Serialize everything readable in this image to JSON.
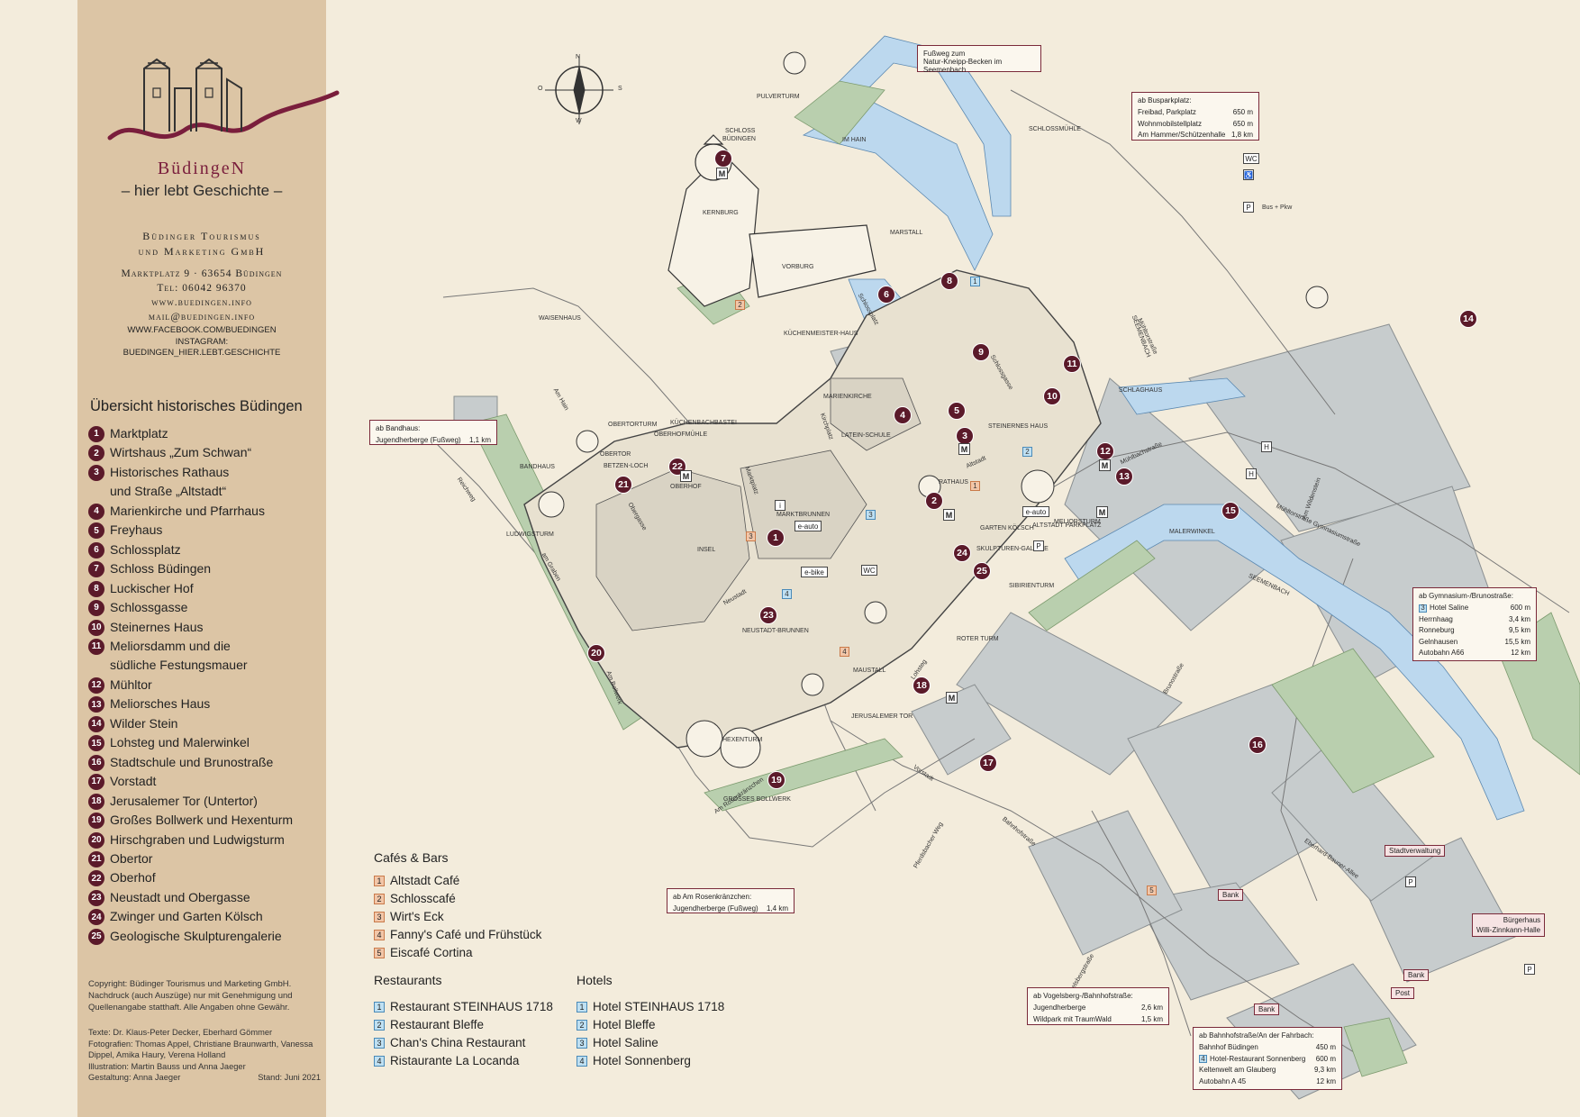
{
  "brand": {
    "name": "BüdingeN",
    "tagline": "– hier lebt Geschichte –",
    "org_line1": "Büdinger Tourismus",
    "org_line2": "und Marketing GmbH",
    "address": "Marktplatz 9 · 63654 Büdingen",
    "phone": "Tel: 06042 96370",
    "web": "www.buedingen.info",
    "mail": "mail@buedingen.info",
    "facebook": "www.facebook.com/buedingen",
    "instagram_label": "instagram:",
    "instagram": "buedingen_hier.lebt.geschichte"
  },
  "overview": {
    "title": "Übersicht historisches Büdingen",
    "items": [
      {
        "num": "1",
        "label": "Marktplatz"
      },
      {
        "num": "2",
        "label": "Wirtshaus „Zum Schwan“"
      },
      {
        "num": "3",
        "label": "Historisches Rathaus"
      },
      {
        "num": "",
        "label": "und Straße „Altstadt“"
      },
      {
        "num": "4",
        "label": "Marienkirche und Pfarrhaus"
      },
      {
        "num": "5",
        "label": "Freyhaus"
      },
      {
        "num": "6",
        "label": "Schlossplatz"
      },
      {
        "num": "7",
        "label": "Schloss Büdingen"
      },
      {
        "num": "8",
        "label": "Luckischer Hof"
      },
      {
        "num": "9",
        "label": "Schlossgasse"
      },
      {
        "num": "10",
        "label": "Steinernes Haus"
      },
      {
        "num": "11",
        "label": "Meliorsdamm und die"
      },
      {
        "num": "",
        "label": "südliche Festungsmauer"
      },
      {
        "num": "12",
        "label": "Mühltor"
      },
      {
        "num": "13",
        "label": "Meliorsches Haus"
      },
      {
        "num": "14",
        "label": "Wilder Stein"
      },
      {
        "num": "15",
        "label": "Lohsteg und Malerwinkel"
      },
      {
        "num": "16",
        "label": "Stadtschule und Brunostraße"
      },
      {
        "num": "17",
        "label": "Vorstadt"
      },
      {
        "num": "18",
        "label": "Jerusalemer Tor (Untertor)"
      },
      {
        "num": "19",
        "label": "Großes Bollwerk und Hexenturm"
      },
      {
        "num": "20",
        "label": "Hirschgraben und Ludwigsturm"
      },
      {
        "num": "21",
        "label": "Obertor"
      },
      {
        "num": "22",
        "label": "Oberhof"
      },
      {
        "num": "23",
        "label": "Neustadt und Obergasse"
      },
      {
        "num": "24",
        "label": "Zwinger und Garten Kölsch"
      },
      {
        "num": "25",
        "label": "Geologische Skulpturengalerie"
      }
    ]
  },
  "copyright": "Copyright: Büdinger Tourismus und Marketing GmbH. Nachdruck (auch Auszüge) nur mit Genehmigung und Quellenangabe statthaft. Alle Angaben ohne Gewähr.",
  "credits": {
    "texts": "Texte: Dr. Klaus-Peter Decker, Eberhard Gömmer",
    "photos": "Fotografien: Thomas Appel, Christiane Braunwarth, Vanessa Dippel, Amika Haury, Verena Holland",
    "illustration": "Illustration: Martin Bauss und Anna Jaeger",
    "design": "Gestaltung: Anna Jaeger",
    "date": "Stand: Juni 2021"
  },
  "legend": {
    "cafes_title": "Cafés & Bars",
    "cafes": [
      {
        "num": "1",
        "label": "Altstadt Café"
      },
      {
        "num": "2",
        "label": "Schlosscafé"
      },
      {
        "num": "3",
        "label": "Wirt's Eck"
      },
      {
        "num": "4",
        "label": "Fanny's Café und Frühstück"
      },
      {
        "num": "5",
        "label": "Eiscafé Cortina"
      }
    ],
    "restaurants_title": "Restaurants",
    "restaurants": [
      {
        "num": "1",
        "label": "Restaurant STEINHAUS 1718"
      },
      {
        "num": "2",
        "label": "Restaurant Bleffe"
      },
      {
        "num": "3",
        "label": "Chan's China Restaurant"
      },
      {
        "num": "4",
        "label": "Ristaurante La Locanda"
      }
    ],
    "hotels_title": "Hotels",
    "hotels": [
      {
        "num": "1",
        "label": "Hotel STEINHAUS 1718"
      },
      {
        "num": "2",
        "label": "Hotel Bleffe"
      },
      {
        "num": "3",
        "label": "Hotel Saline"
      },
      {
        "num": "4",
        "label": "Hotel Sonnenberg"
      }
    ]
  },
  "compass": {
    "n": "N",
    "o": "O",
    "s": "S",
    "w": "W"
  },
  "infoboxes": {
    "fussweg": {
      "line1": "Fußweg zum",
      "line2": "Natur-Kneipp-Becken im Seemenbach"
    },
    "busparkplatz": {
      "title": "ab Busparkplatz:",
      "rows": [
        {
          "label": "Freibad, Parkplatz",
          "value": "650 m"
        },
        {
          "label": "Wohnmobilstellplatz",
          "value": "650 m"
        },
        {
          "label": "Am Hammer/Schützenhalle",
          "value": "1,8 km"
        }
      ]
    },
    "bandhaus": {
      "title": "ab Bandhaus:",
      "label": "Jugendherberge (Fußweg)",
      "value": "1,1 km"
    },
    "rosenkraenzchen": {
      "title": "ab Am Rosenkränzchen:",
      "label": "Jugendherberge (Fußweg)",
      "value": "1,4 km"
    },
    "gymnasium": {
      "title": "ab Gymnasium-/Brunostraße:",
      "rows": [
        {
          "num": "3",
          "label": "Hotel Saline",
          "value": "600 m"
        },
        {
          "num": "",
          "label": "Herrnhaag",
          "value": "3,4 km"
        },
        {
          "num": "",
          "label": "Ronneburg",
          "value": "9,5 km"
        },
        {
          "num": "",
          "label": "Gelnhausen",
          "value": "15,5 km"
        },
        {
          "num": "",
          "label": "Autobahn A66",
          "value": "12 km"
        }
      ]
    },
    "vogelsberg": {
      "title": "ab Vogelsberg-/Bahnhofstraße:",
      "rows": [
        {
          "label": "Jugendherberge",
          "value": "2,6 km"
        },
        {
          "label": "Wildpark mit TraumWald",
          "value": "1,5 km"
        }
      ]
    },
    "bahnhof": {
      "title": "ab Bahnhofstraße/An der Fahrbach:",
      "rows": [
        {
          "num": "",
          "label": "Bahnhof Büdingen",
          "value": "450 m"
        },
        {
          "num": "4",
          "label": "Hotel-Restaurant Sonnenberg",
          "value": "600 m"
        },
        {
          "num": "",
          "label": "Keltenwelt am Glauberg",
          "value": "9,3 km"
        },
        {
          "num": "",
          "label": "Autobahn A 45",
          "value": "12 km"
        }
      ]
    }
  },
  "badges": {
    "stadtverwaltung": "Stadtverwaltung",
    "buergerhaus1": "Bürgerhaus",
    "buergerhaus2": "Willi-Zinnkann-Halle",
    "bank1": "Bank",
    "bank2": "Bank",
    "bank3": "Bank",
    "post": "Post",
    "bus_pkw": "Bus + Pkw"
  },
  "map_labels": {
    "pulverturm": "PULVERTURM",
    "schlossmuehle": "SCHLOSSMÜHLE",
    "im_hain": "IM HAIN",
    "schloss": "SCHLOSS",
    "schloss2": "BÜDINGEN",
    "kernburg": "KERNBURG",
    "vorburg": "VORBURG",
    "marstall": "MARSTALL",
    "waisenhaus": "WAISENHAUS",
    "kuechenmeisterhaus": "KÜCHENMEISTER-HAUS",
    "obertorturm": "OBERTORTURM",
    "kuechenbachbastei": "KÜCHENBACHBASTEI",
    "oberhofmuehle": "OBERHOFMÜHLE",
    "obertor": "OBERTOR",
    "betzenloch": "BETZEN-LOCH",
    "bandhaus": "BANDHAUS",
    "ludwigsturm": "LUDWIGSTURM",
    "oberhof": "OBERHOF",
    "insel": "INSEL",
    "neustadtbrunnen": "NEUSTADT-BRUNNEN",
    "marktbrunnen": "MARKTBRUNNEN",
    "lateinschule": "LATEIN-SCHULE",
    "marienkirche": "MARIENKIRCHE",
    "rathaus": "RATHAUS",
    "steinernes_haus": "STEINERNES HAUS",
    "schlaghaus": "SCHLAGHAUS",
    "meliorsturm": "MELIORSTURM",
    "malerwinkel": "MALERWINKEL",
    "garten_koelsch": "GARTEN KÖLSCH",
    "altstadt_parkplatz": "ALTSTADT PARKPLATZ",
    "skulpturengalerie": "SKULPTUREN-GALERIE",
    "sibirienturm": "SIBIRIENTURM",
    "roter_turm": "ROTER TURM",
    "maustall": "MAUSTALL",
    "jerusalemer_tor": "JERUSALEMER TOR",
    "hexenturm": "HEXENTURM",
    "grosses_bollwerk": "GROSSES BOLLWERK",
    "am_hain": "Am Hain",
    "reichweg": "Reichweg",
    "am_graben": "am Graben",
    "obergasse": "Obergasse",
    "marktplatz": "Marktplatz",
    "neustadt": "Neustadt",
    "altstadt": "Altstadt",
    "schlossgasse": "Schlossgasse",
    "schlossplatz": "Schlossplatz",
    "muehlstrasse": "Mühltorstraße",
    "gymnasiumstrasse": "Mühltorstraße Gymnasiumstraße",
    "seemenbach": "SEEMENBACH",
    "vorstadt": "Vorstadt",
    "lohsteg": "Lohsteg",
    "bahnhofstrasse": "Bahnhofstraße",
    "pferdsbacher_weg": "Pferdsbacher Weg",
    "vogelsbergstrasse": "Vogelsbergstraße",
    "brunostrasse": "Brunostraße",
    "eberhard": "Eberhard-Bauner-Allee",
    "am_rosenkraenzchen": "Am Rosenkränzchen",
    "am_wilden_stein": "Am Wildenstein",
    "muehlbachstrasse": "Mühlbachstraße",
    "seemenbach2": "SEEMENBACH",
    "kirchplatz": "Kirchplatz",
    "am_bollwerk": "Am Bollwerk"
  },
  "pois": {
    "wc": "WC",
    "ebike": "e-bike",
    "eauto": "e-auto",
    "p": "P",
    "h": "H",
    "museum": "M",
    "info": "i"
  },
  "colors": {
    "marker": "#5b1a2a",
    "sidebar_band": "#dcc5a5",
    "background": "#f3ecdc",
    "water": "#bcd8ee",
    "green": "#b9cfae",
    "area_grey": "#c7cccd",
    "cafe_box": "#f2c6a8",
    "blue_box": "#bfe0f2"
  }
}
